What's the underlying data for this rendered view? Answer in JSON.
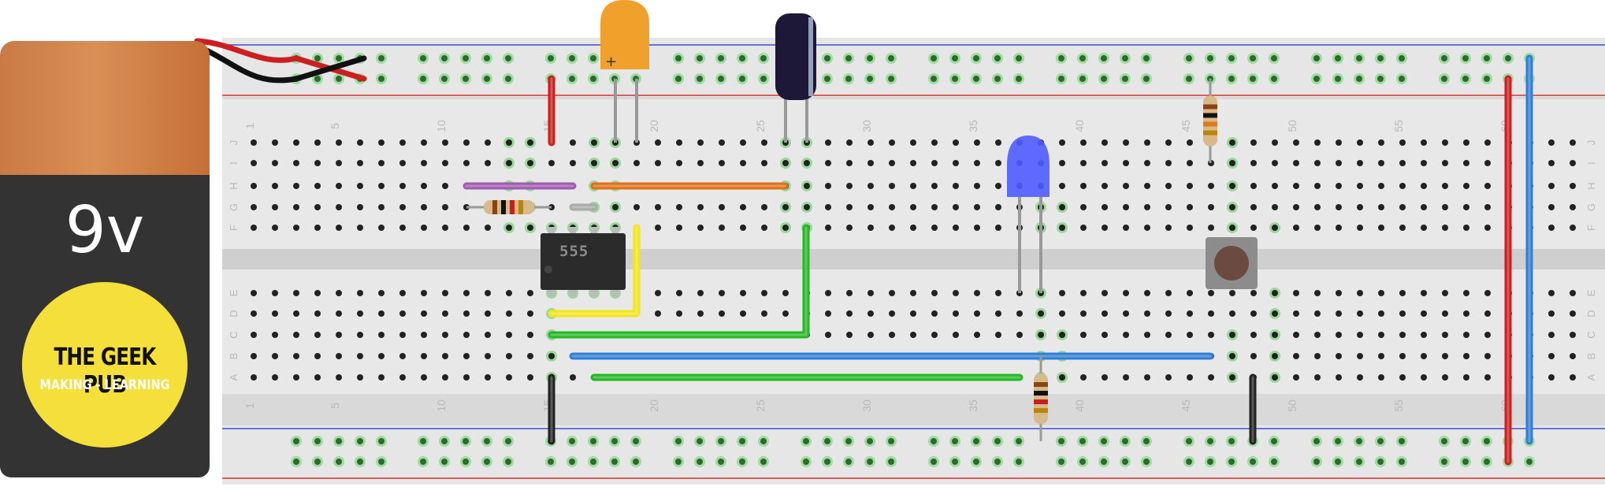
{
  "battery": {
    "voltage_label": "9v",
    "logo_title": "THE GEEK PUB",
    "logo_subtitle": "MAKING - LEARNING"
  },
  "ic": {
    "label": "555"
  },
  "breadboard": {
    "column_numbers": [
      "1",
      "5",
      "10",
      "15",
      "20",
      "25",
      "30",
      "35",
      "40",
      "45",
      "50",
      "55",
      "60"
    ],
    "row_letters_top": [
      "J",
      "I",
      "H",
      "G",
      "F"
    ],
    "row_letters_bottom": [
      "E",
      "D",
      "C",
      "B",
      "A"
    ]
  },
  "colors": {
    "wire_red": "#cc1f1f",
    "wire_black": "#222222",
    "wire_yellow": "#f2e51c",
    "wire_green": "#27b827",
    "wire_blue": "#2f7fd6",
    "wire_orange": "#e0701a",
    "wire_purple": "#a05cb0",
    "rail_red": "#d9302c",
    "rail_blue": "#3a4fd1",
    "led_blue": "#4f5cff",
    "cap_tantalum": "#f0a12c",
    "cap_electrolytic": "#1d1838"
  }
}
